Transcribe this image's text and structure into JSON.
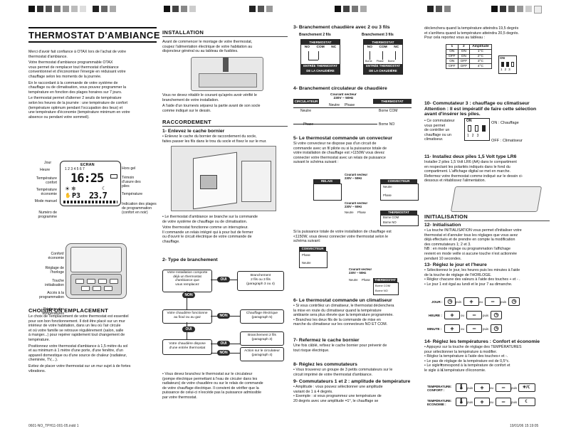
{
  "left": {
    "title": "THERMOSTAT D'AMBIANCE",
    "intro": [
      "Merci d'avoir fait confiance à OTAX lors de l'achat de votre",
      "thermostat d'ambiance.",
      "Votre thermostat d'ambiance programmable OTAX",
      "vous permet de remplacer tout thermostat d'ambiance",
      "conventionnel et d'économiser l'énergie en réduisant votre",
      "chauffage selon les moments de la journée.",
      "En le raccordant à la commande de votre système de",
      "chauffage ou de climatisation, vous pouvez programmer la",
      "température en fonction des plages horaires sur 7 jours.",
      "Le thermostat permet d'alterner 2 seuils de température",
      "selon les heures de la journée : une température de confort",
      "(température optimum pendant l'occupation des lieux) et",
      "une température d'économie (température minimum en votre",
      "absence ou pendant votre sommeil)."
    ],
    "screen": {
      "label": "ECRAN",
      "time": "16:25",
      "temp": "23.7",
      "prog": "P3",
      "labels_left": [
        "Jour",
        "Heure",
        "Température confort",
        "Température économie",
        "Mode manuel",
        "Numéro de programme"
      ],
      "labels_right": [
        "Hors gel",
        "Témoin d'usure des piles",
        "Température",
        "Indication des plages de programmation (confort en noir)"
      ]
    },
    "device_labels": [
      "Confort/ économie",
      "Réglage de l'horloge",
      "Touche initialisation",
      "Accès à la programmation",
      "Réglage des températures"
    ],
    "choose_title": "CHOISIR UN EMPLACEMENT",
    "choose_text": [
      "Le choix de l'emplacement de votre thermostat est essentiel",
      "pour son bon fonctionnement. Il doit être placé sur un mur",
      "intérieur de votre habitation, dans un lieu où l'air circule",
      "et où votre famille se retrouve régulièrement (salon, salle",
      "à manger...) pour repérer rapidement tout changement de",
      "température.",
      "Positionnez votre thermostat d'ambiance à 1,5 mètre du sol",
      "et au minimum à 1 mètre d'une porte, d'une fenêtre, d'un",
      "appareil domestique ou d'une source de chaleur (radiateur,",
      "cheminée, TV,...).",
      "Evitez de placer votre thermostat sur un mur sujet à de fortes",
      "vibrations."
    ],
    "footer_left": "0601-NO_TPH11-001-05.indd   1"
  },
  "col2": {
    "install_title": "INSTALLATION",
    "install_text": [
      "Avant de commencer le montage de votre thermostat,",
      "coupez l'alimentation électrique de votre habitation au",
      "disjoncteur général ou au tableau de fusibles."
    ],
    "install_text2": [
      "Vous ne devez rétablir le courant qu'après avoir vérifié le",
      "branchement de votre installation.",
      "A l'aide d'un tournevis séparez la partie avant de son socle",
      "comme indiqué sur le dessin."
    ],
    "raccord_title": "RACCORDEMENT",
    "s1_title": "1- Enlevez le cache bornier",
    "s1_text": [
      "• Enlevez le cache du bornier de raccordement du socle,",
      "faites passer les fils dans le trou du socle et fixez le sur le mur."
    ],
    "s1_text2": [
      "• Le thermostat d'ambiance se branche sur la commande",
      "de votre système de chauffage ou de climatisation.",
      "Votre thermostat fonctionne comme un interrupteur.",
      "Il commande un relais intégré qui à pour but de fermer",
      "ou d'ouvrir le circuit électrique de votre commande de",
      "chauffage."
    ],
    "s2_title": "2- Type de branchement",
    "flow": {
      "q1": [
        "Votre Installation comporte",
        "déjà un thermostat",
        "d'ambiance que",
        "vous remplacez"
      ],
      "yes": "OUI",
      "no": "NON",
      "r1": [
        "Branchement",
        "2 fils ou 3 fils",
        "(paragraph 3 ou 4)"
      ],
      "q2": [
        "Votre chaudière fonctionne",
        "au fioul ou au gaz"
      ],
      "r2": [
        "Chauffage électrique",
        "(paragraph 5)"
      ],
      "q3": [
        "Votre chaudière dispose",
        "d'une entrée thermostat"
      ],
      "r3": [
        "Branchement 2 fils",
        "(paragraph 3)"
      ],
      "r4": [
        "Action sur le circulateur",
        "(paragraph 4)"
      ]
    },
    "s2_text": [
      "• Vous devez branchez le thermostat sur le circulateur",
      "(pompe électrique permettant à l'eau de circuler dans les",
      "radiateurs) de votre chaudière ou sur le relais de commande",
      "de votre chauffage électrique. Il convient de vérifier que la",
      "puissance de celui-ci n'excède pas la puissance admissible",
      "par votre thermostat."
    ]
  },
  "col3": {
    "s3_title": "3- Branchement chaudière avec 2 ou 3 fils",
    "b2_label": "Branchement 2 fils",
    "b3_label": "Branchement 3 fils",
    "thermostat": "THERMOSTAT",
    "no": "NO",
    "com": "COM",
    "nc": "NC",
    "entree": [
      "ENTRÉE THERMOSTAT",
      "DE LA CHAUDIÈRE"
    ],
    "b3_small": [
      "Borne",
      "Phase",
      "Borne"
    ],
    "s4_title": "4- Branchement circulateur de chaudière",
    "circulateur": "CIRCULATEUR",
    "courant": [
      "Courant secteur",
      "230V ~ 50Hz"
    ],
    "neutre": "Neutre",
    "phase": "Phase",
    "borne_com": "Borne COM",
    "borne_no": "Borne NO",
    "s5_title": "5- Le thermostat commande un convecteur",
    "s5_text": [
      "Si votre convecteur ne dispose pas d'un circuit de",
      "commande avec un fil pilote ou si la puissance totale de",
      "votre installation de chauffage est >1150W vous devez",
      "connecter votre thermostat  avec un relais de puissance",
      "suivant le schéma suivant :"
    ],
    "relais": "RELAIS",
    "convecteur": "CONVECTEUR",
    "s5_text2": [
      "Si la puissance totale de votre installation de chauffage est",
      "<1150W, vous devez connecter votre thermostat selon le",
      "schéma suivant:"
    ],
    "s6_title": "6- Le thermostat commande un climatiseur",
    "s6_text": [
      "• Si vous contrôlez un climatiseur, le thermostat déclenchera",
      "la mise en route du climatiseur quand la température",
      "ambiante sera plus élevée que la température programmée.",
      "• Branchez les deux fils de la commande de mise en",
      "marche du climatiseur sur les connecteurs NO ET COM."
    ],
    "s7_title": "7- Refermez le cache bornier",
    "s7_text": [
      "Une fois câblé, refixez le cache bornier pour prévenir de",
      "tout risque électrique."
    ],
    "s8_title": "8- Réglez les commutateurs",
    "s8_text": [
      "• Vous trouverez un groupe de 3 petits commutateurs sur le",
      "circuit imprimé de votre thermostat d'ambiance."
    ],
    "s9_title": "9- Commutateurs 1 et 2 : amplitude de température",
    "s9_text": [
      "• Amplitude : vous pouvez sélectionner une amplitude",
      "variant de 1 à 4 degrés.",
      "• Exemple : si vous programmez une température de",
      "20 degrés avec une amplitude =1°, le chauffage se"
    ]
  },
  "col4": {
    "top_text": [
      "déclenchera quand la température atteindra 19,5 degrés",
      "et s'arrêtera quand la température atteindra 20,5 degrés.",
      "Pour cela reportez vous au tableau :"
    ],
    "amp_header": [
      "1",
      "2",
      "Amplitude"
    ],
    "amp_rows": [
      [
        "ON",
        "ON",
        "1°C"
      ],
      [
        "OFF",
        "ON",
        "2°C"
      ],
      [
        "ON",
        "OFF",
        "3°C"
      ],
      [
        "OFF",
        "OFF",
        "4°C"
      ]
    ],
    "on": "ON",
    "dip": [
      "1",
      "2",
      "3"
    ],
    "s10_title": [
      "10- Commutateur 3 : chauffage ou climatiseur",
      "Attention : Il est impératif de faire cette sélection",
      "avant d'insérer les piles."
    ],
    "s10_text": [
      "• Ce commutateur",
      "vous permet",
      "de contrôler un",
      "chauffage ou un",
      "climatiseur."
    ],
    "on_chauffage": "ON : Chauffage",
    "off_clim": "OFF : Climatiseur",
    "s11_title": "11- Installez deux piles 1,5 Volt type LR6",
    "s11_text": [
      "Installer 2 piles 1,5 Volt LR6 (AA) dans le compartiment",
      "en respectant les polarités indiqués dans le fond du",
      "compartiment. L'affichage digital se met en marche.",
      "Refermez votre thermostat comme indiqué sur le dessin ci-",
      "dessous et rétablissez l'alimentation."
    ],
    "init_title": "INITIALISATION",
    "s12_title": "12- Initialisation",
    "s12_text": [
      "• La touche INITIALISATION vous permet d'initialiser votre",
      "thermostat et d'annuler tous les réglages que vous avez",
      "déjà effectués et de prendre en compte la modification",
      "des commutateurs 1; 2 et 3.",
      "NB : en mode réglage ou programmation l'affichage",
      "revient en mode veille si aucune touche n'est actionnée",
      "pendant 10 secondes."
    ],
    "s13_title": "13- Réglez le jour et l'heure",
    "s13_text": [
      "• Sélectionnez le jour, les heures puis les minutes à l'aide",
      "de la touche de réglage de l'HORLOGE.",
      "• Réglez chacune des valeurs à l'aide des touches + et - .",
      "• Le jour 1 est égal au lundi et le jour 7 au dimanche."
    ],
    "jour": "JOUR :",
    "heure": "HEURE :",
    "minute": "MINUTE :",
    "puis": "puis",
    "ou": "ou",
    "plus": "+",
    "minus": "−",
    "s14_title": "14- Réglez les températures : Confort et économie",
    "s14_text": [
      "• Appuyez sur la touche de réglage des TEMPÉRATURES",
      "pour sélectionner la température à modifier.",
      "• Réglez la température à l'aide des touches+ et -.",
      "• Le pas de réglage de la température est de 0,5°c.",
      "• Le sigle     correspond à la température de confort et",
      "le sigle     à la température d'économie."
    ],
    "temp_confort": [
      "TEMPÉRATURE:",
      "CONFORT :"
    ],
    "temp_eco": [
      "TEMPÉRATURE:",
      "ECONOMIE :"
    ],
    "footer_right": "19/01/06   15:19:05"
  }
}
